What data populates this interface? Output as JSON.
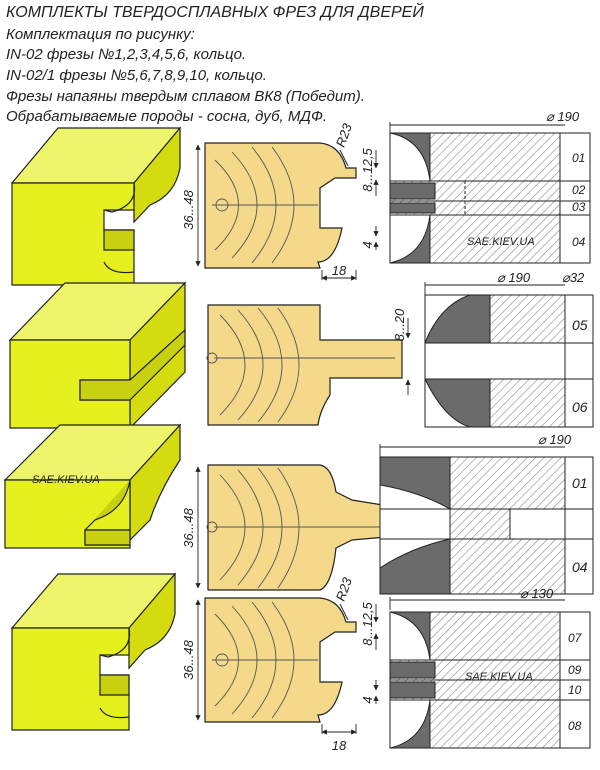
{
  "header": {
    "title": "КОМПЛЕКТЫ ТВЕРДОСПЛАВНЫХ ФРЕЗ ДЛЯ ДВЕРЕЙ",
    "line1": "Комплектация по рисунку:",
    "line2": "IN-02 фрезы №1,2,3,4,5,6, кольцо.",
    "line3": "IN-02/1 фрезы №5,6,7,8,9,10, кольцо.",
    "line4": "Фрезы напаяны твердым сплавом ВК8 (Победит).",
    "line5": "Обрабатываемые породы - сосна, дуб, МДФ."
  },
  "watermark": "SAE.KIEV.UA",
  "colors": {
    "yellow": "#e6f01e",
    "tan": "#f5d98a",
    "dark": "#6b6b6b",
    "hatch": "#9a9a9a"
  },
  "rows": [
    {
      "dia": "190",
      "dims": {
        "radius": "R23",
        "top_range": "8...12,5",
        "height": "36...48",
        "width": "18",
        "small": "4"
      },
      "parts": [
        "01",
        "02",
        "03",
        "04"
      ],
      "extra": "32"
    },
    {
      "dia": "190",
      "dims": {
        "range": "8...20"
      },
      "parts": [
        "05",
        "06"
      ]
    },
    {
      "dia": "190",
      "dims": {
        "height": "36...48"
      },
      "parts": [
        "01",
        "04"
      ]
    },
    {
      "dia": "130",
      "dims": {
        "radius": "R23",
        "top_range": "8...12,5",
        "height": "36...48",
        "width": "18",
        "small": "4"
      },
      "parts": [
        "07",
        "09",
        "10",
        "08"
      ]
    }
  ]
}
